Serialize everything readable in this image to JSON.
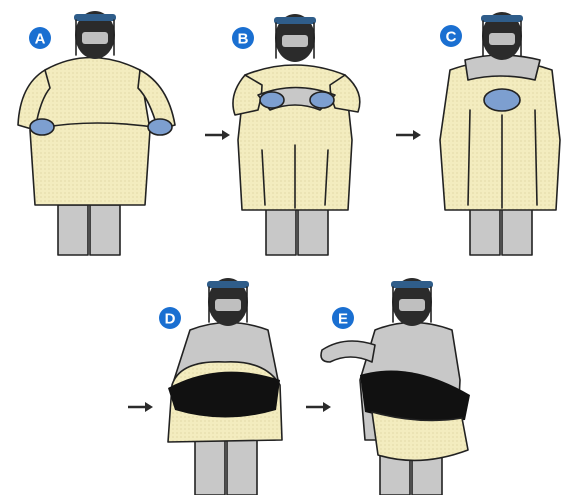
{
  "steps": [
    {
      "label": "A",
      "stage": "gown-pull"
    },
    {
      "label": "B",
      "stage": "gown-fold"
    },
    {
      "label": "C",
      "stage": "gown-roll"
    },
    {
      "label": "D",
      "stage": "gown-rolled"
    },
    {
      "label": "E",
      "stage": "gown-discard"
    }
  ],
  "arrow_glyph": "→",
  "colors": {
    "badge": "#1a6fd1",
    "gown": "#f3ecbf",
    "gown_outline": "#9a8f55",
    "glove": "#7d9fd0",
    "scrubs": "#c8c8c8",
    "skin_dark": "#2b2b2b",
    "face_shield_band": "#2f5d8a",
    "arrow": "#2b2b2b"
  }
}
